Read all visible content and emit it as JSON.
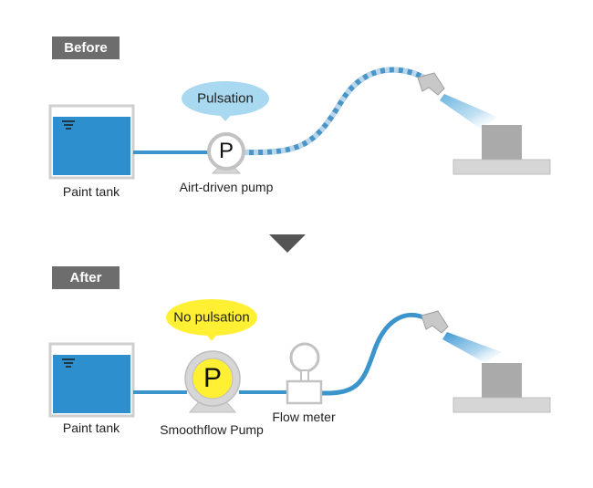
{
  "before": {
    "tag": "Before",
    "tank_label": "Paint tank",
    "pump_letter": "P",
    "pump_label": "Airt-driven pump",
    "bubble": "Pulsation"
  },
  "after": {
    "tag": "After",
    "tank_label": "Paint tank",
    "pump_letter": "P",
    "pump_label": "Smoothflow Pump",
    "meter_label": "Flow meter",
    "bubble": "No pulsation"
  },
  "colors": {
    "tag_bg": "#6d6d6d",
    "liquid": "#2e8fcf",
    "pipe": "#3b94cc",
    "pulse_dash": "#9fc3da",
    "bubble_before": "#a9d8f1",
    "bubble_after": "#fff033",
    "pump_yellow": "#fff033",
    "gray_light": "#d6d6d6",
    "gray_mid": "#bdbdbd",
    "gray_dark": "#aaaaaa",
    "arrow": "#555555"
  }
}
